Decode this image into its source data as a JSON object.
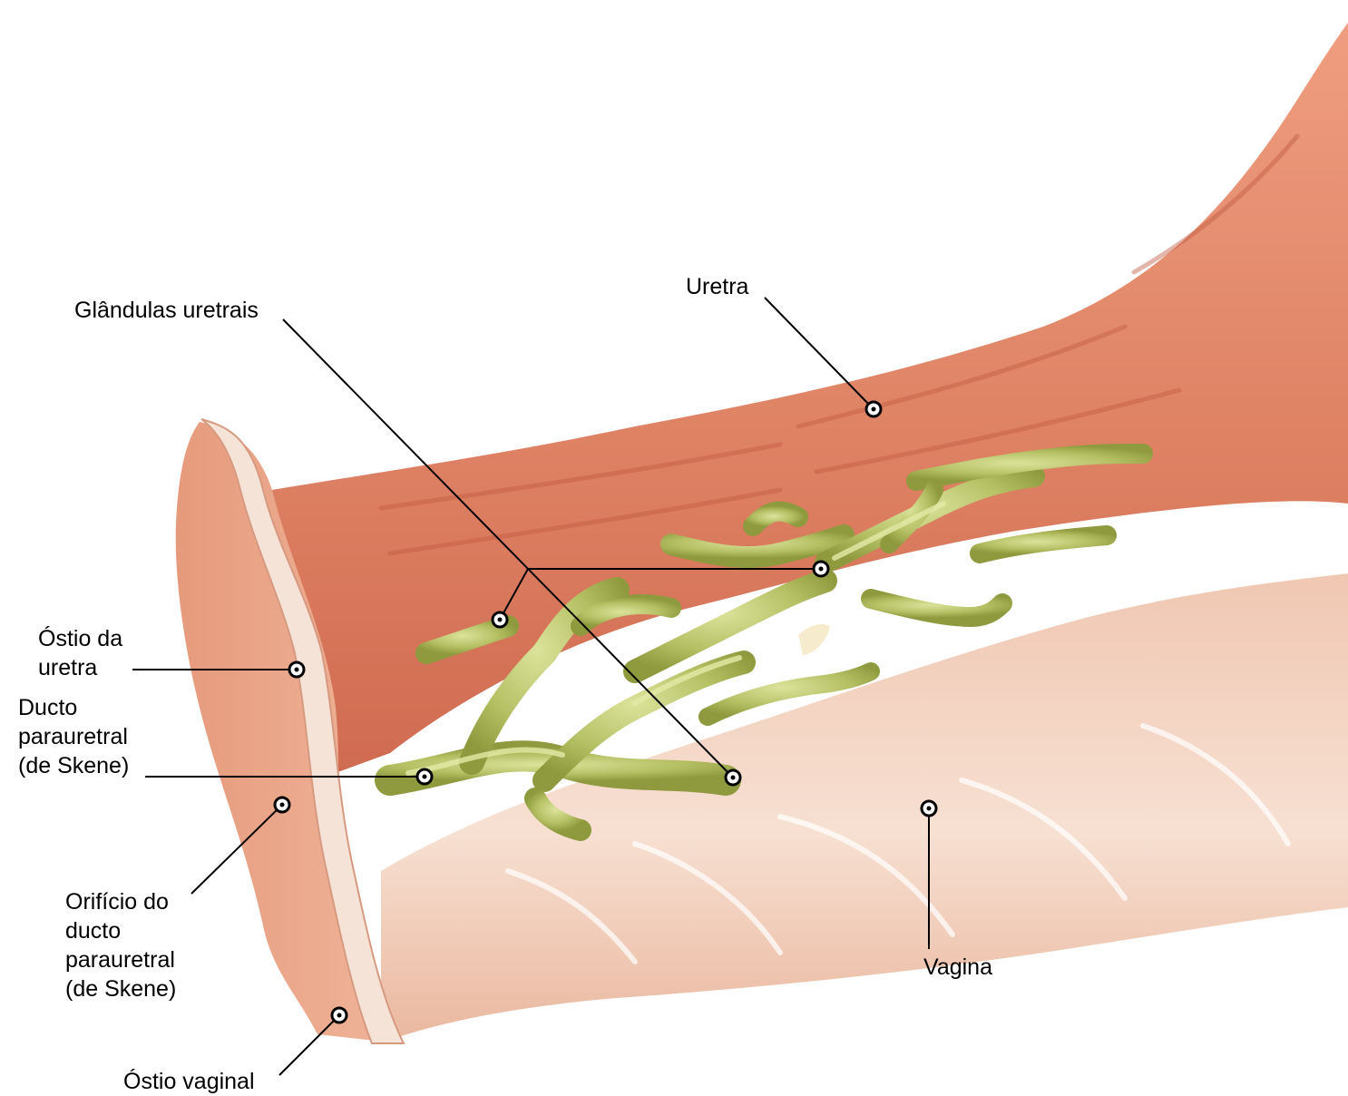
{
  "colors": {
    "background": "#ffffff",
    "tissue_light": "#f3c9b0",
    "tissue_mid": "#e7967a",
    "tissue_dark": "#c9654c",
    "vagina_tissue": "#f1d2c0",
    "vagina_highlight": "#fbeee6",
    "cut_edge": "#f7e6dc",
    "gland": "#b9c46a",
    "gland_dark": "#8f9a3c",
    "gland_highlight": "#dfe6a0",
    "leader_line": "#000000"
  },
  "labels": {
    "uretra": "Uretra",
    "glandulas_uretrais": "Glândulas uretrais",
    "ostio_da_uretra": "Óstio da\nuretra",
    "ducto_parauretral": "Ducto\nparauretral\n(de Skene)",
    "orificio_ducto": "Orifício do\nducto\nparauretral\n(de Skene)",
    "ostio_vaginal": "Óstio vaginal",
    "vagina": "Vagina"
  }
}
